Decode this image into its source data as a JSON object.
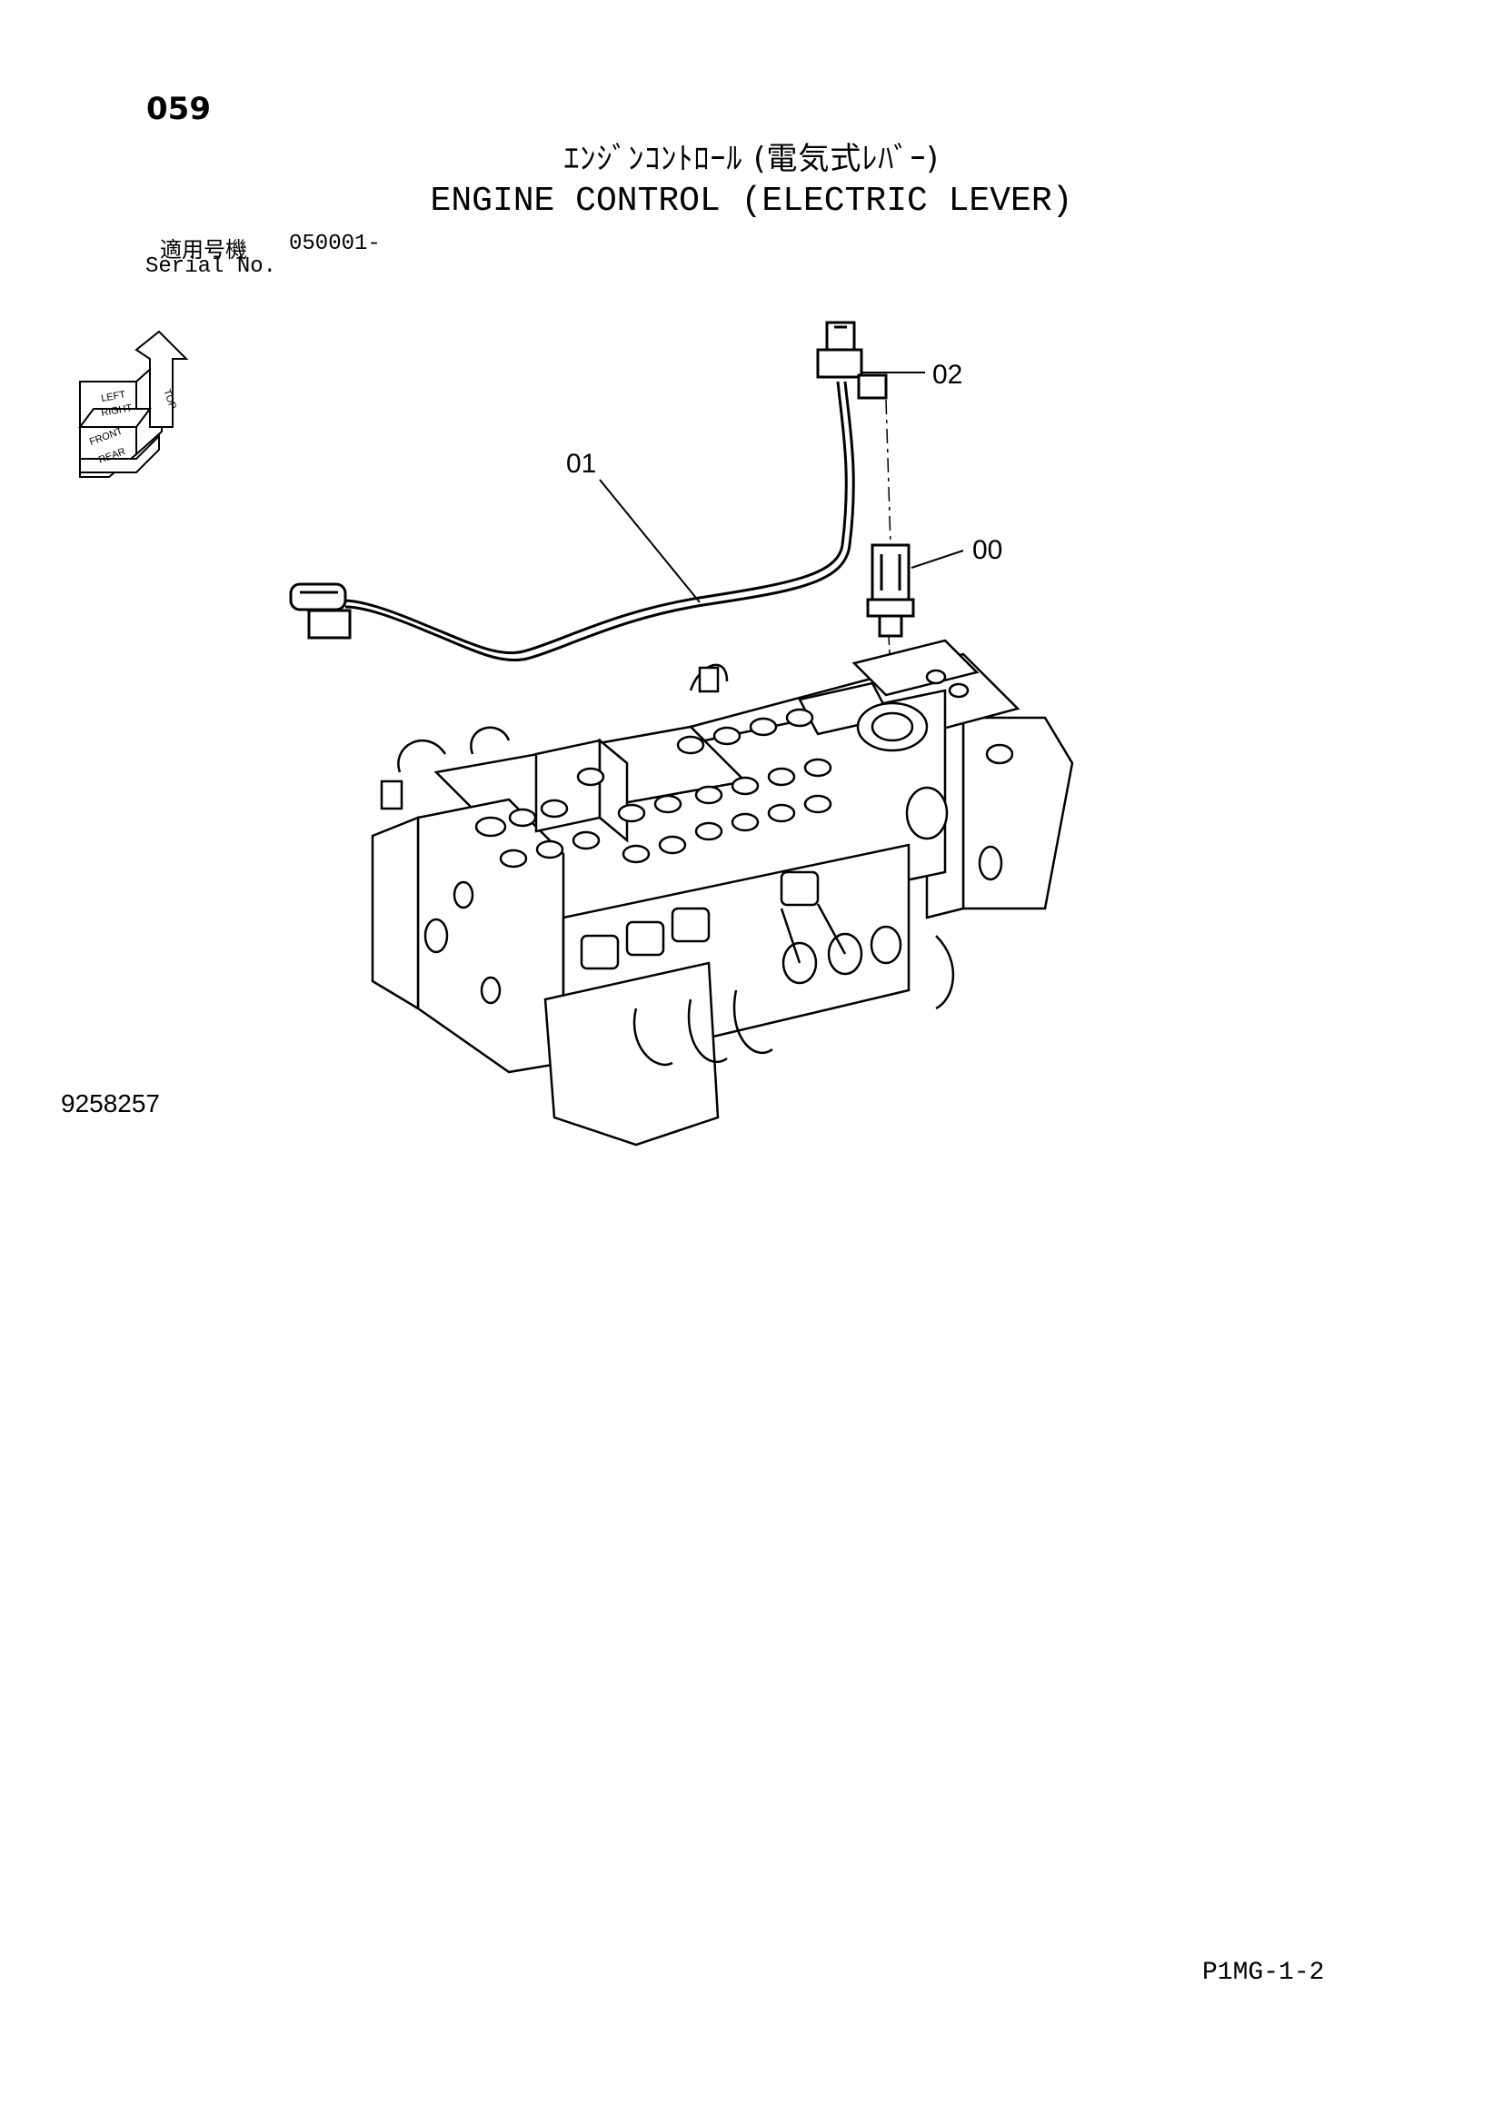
{
  "header": {
    "page_number": "059",
    "title_jp": "ｴﾝｼﾞﾝｺﾝﾄﾛｰﾙ (電気式ﾚﾊﾞｰ)",
    "title_en": "ENGINE CONTROL (ELECTRIC LEVER)",
    "serial_label_jp": "適用号機",
    "serial_value": "050001-",
    "serial_label_en": "Serial No."
  },
  "orientation_icon": {
    "labels": [
      "TOP",
      "LEFT",
      "RIGHT",
      "FRONT",
      "REAR"
    ]
  },
  "callouts": [
    {
      "id": "02",
      "label": "02"
    },
    {
      "id": "01",
      "label": "01"
    },
    {
      "id": "00",
      "label": "00"
    }
  ],
  "footer": {
    "figure_number": "9258257",
    "page_code": "P1MG-1-2"
  }
}
